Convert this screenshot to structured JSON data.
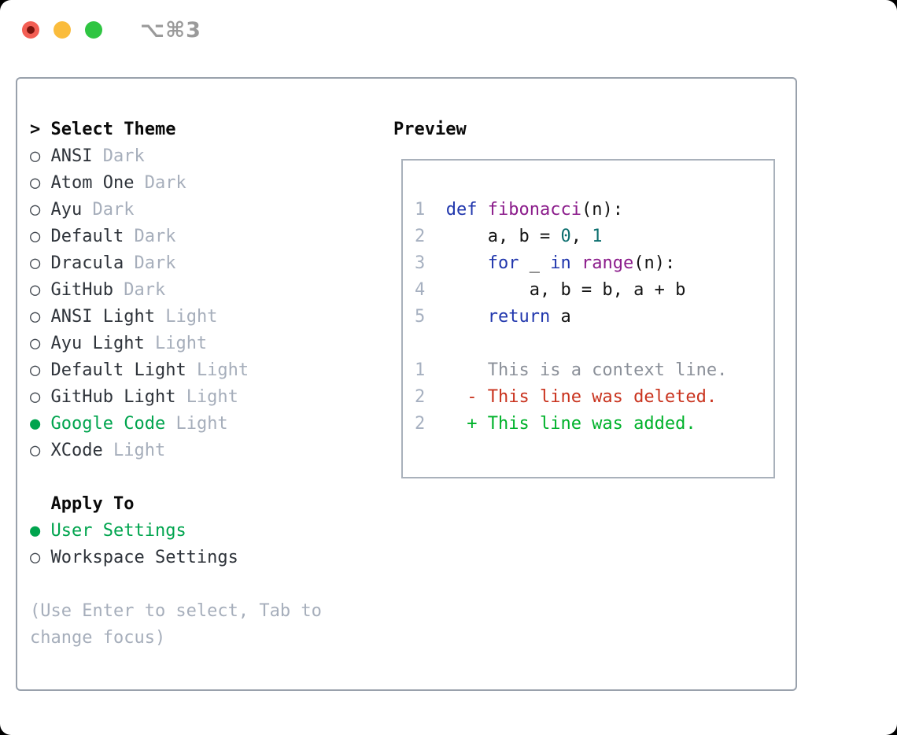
{
  "window": {
    "title": "⌥⌘3"
  },
  "icons": {
    "radio_unselected": "○",
    "radio_selected": "●",
    "cursor": ">"
  },
  "colors": {
    "selection_green": "#00a44e",
    "added_green": "#00b22b",
    "deleted_red": "#c9331e",
    "keyword_blue": "#2137ad",
    "function_purple": "#8b1c8b",
    "literal_teal": "#0b6e6e",
    "muted_gray": "#a6aebb",
    "panel_border": "#99a1ac",
    "traffic_red": "#f35e54",
    "traffic_yellow": "#fabc3c",
    "traffic_green": "#2fc542"
  },
  "theme_list": {
    "header": "Select Theme",
    "items": [
      {
        "name": "ANSI",
        "variant": "Dark",
        "selected": false
      },
      {
        "name": "Atom One",
        "variant": "Dark",
        "selected": false
      },
      {
        "name": "Ayu",
        "variant": "Dark",
        "selected": false
      },
      {
        "name": "Default",
        "variant": "Dark",
        "selected": false
      },
      {
        "name": "Dracula",
        "variant": "Dark",
        "selected": false
      },
      {
        "name": "GitHub",
        "variant": "Dark",
        "selected": false
      },
      {
        "name": "ANSI Light",
        "variant": "Light",
        "selected": false
      },
      {
        "name": "Ayu Light",
        "variant": "Light",
        "selected": false
      },
      {
        "name": "Default Light",
        "variant": "Light",
        "selected": false
      },
      {
        "name": "GitHub Light",
        "variant": "Light",
        "selected": false
      },
      {
        "name": "Google Code",
        "variant": "Light",
        "selected": true
      },
      {
        "name": "XCode",
        "variant": "Light",
        "selected": false
      }
    ]
  },
  "apply_to": {
    "header": "Apply To",
    "items": [
      {
        "name": "User Settings",
        "selected": true
      },
      {
        "name": "Workspace Settings",
        "selected": false
      }
    ]
  },
  "help_text": "(Use Enter to select, Tab to change focus)",
  "preview": {
    "header": "Preview",
    "code_lines": [
      {
        "num": "1",
        "segments": [
          {
            "text": "def ",
            "style": "kw"
          },
          {
            "text": "fibonacci",
            "style": "fn"
          },
          {
            "text": "(n):",
            "style": "pln"
          }
        ]
      },
      {
        "num": "2",
        "segments": [
          {
            "text": "    a, b = ",
            "style": "pln"
          },
          {
            "text": "0",
            "style": "lit"
          },
          {
            "text": ", ",
            "style": "pln"
          },
          {
            "text": "1",
            "style": "lit"
          }
        ]
      },
      {
        "num": "3",
        "segments": [
          {
            "text": "    ",
            "style": "pln"
          },
          {
            "text": "for",
            "style": "kw"
          },
          {
            "text": " _ ",
            "style": "pln"
          },
          {
            "text": "in",
            "style": "kw"
          },
          {
            "text": " ",
            "style": "pln"
          },
          {
            "text": "range",
            "style": "fn"
          },
          {
            "text": "(n):",
            "style": "pln"
          }
        ]
      },
      {
        "num": "4",
        "segments": [
          {
            "text": "        a, b = b, a + b",
            "style": "pln"
          }
        ]
      },
      {
        "num": "5",
        "segments": [
          {
            "text": "    ",
            "style": "pln"
          },
          {
            "text": "return",
            "style": "kw"
          },
          {
            "text": " a",
            "style": "pln"
          }
        ]
      }
    ],
    "diff_lines": [
      {
        "num": "1",
        "segments": [
          {
            "text": "    This is a context line.",
            "style": "ctx"
          }
        ]
      },
      {
        "num": "2",
        "segments": [
          {
            "text": "  - This line was deleted.",
            "style": "del"
          }
        ]
      },
      {
        "num": "2",
        "segments": [
          {
            "text": "  + This line was added.",
            "style": "add"
          }
        ]
      }
    ]
  }
}
